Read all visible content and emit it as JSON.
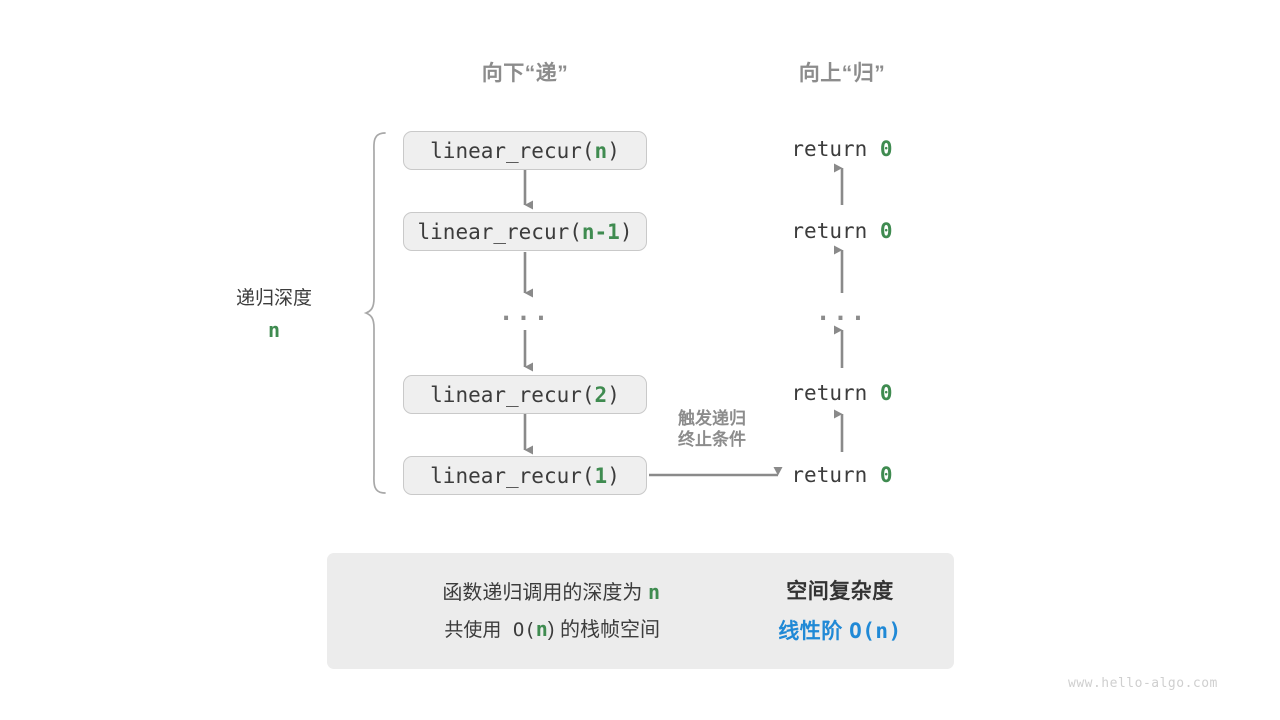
{
  "headers": {
    "down": "向下“递”",
    "up": "向上“归”"
  },
  "depth": {
    "label": "递归深度",
    "variable": "n"
  },
  "calls": [
    {
      "name": "linear_recur(",
      "arg": "n",
      "close": ")"
    },
    {
      "name": "linear_recur(",
      "arg": "n-1",
      "close": ")"
    },
    {
      "name": "linear_recur(",
      "arg": "2",
      "close": ")"
    },
    {
      "name": "linear_recur(",
      "arg": "1",
      "close": ")"
    }
  ],
  "ellipsis": "...",
  "returns": [
    {
      "keyword": "return ",
      "value": "0"
    },
    {
      "keyword": "return ",
      "value": "0"
    },
    {
      "keyword": "return ",
      "value": "0"
    },
    {
      "keyword": "return ",
      "value": "0"
    }
  ],
  "trigger_note": {
    "line1": "触发递归",
    "line2": "终止条件"
  },
  "summary": {
    "line1_pre": "函数递归调用的深度为 ",
    "line1_var": "n",
    "line2_pre": "共使用 O(",
    "line2_var": "n",
    "line2_post": ") 的栈帧空间",
    "result_title": "空间复杂度",
    "result_value_zh": "线性阶 ",
    "result_value_mono": "O(n)",
    "arrow_icon": "right-block-arrow"
  },
  "watermark": "www.hello-algo.com",
  "colors": {
    "green": "#3f8b50",
    "blue": "#2089d6",
    "gray_text": "#8c8c8c",
    "dark_text": "#3c3c3c",
    "box_fill": "#efefef",
    "box_border": "#c9c9c9",
    "panel_fill": "#ececec",
    "arrow": "#8a8a8a"
  }
}
